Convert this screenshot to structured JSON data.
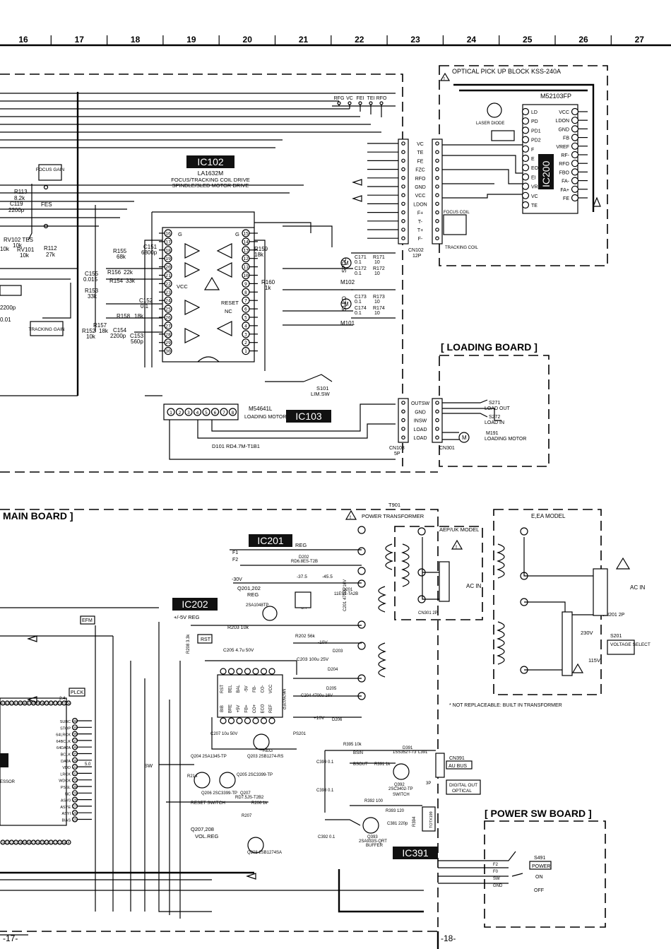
{
  "grid": {
    "columns": [
      "16",
      "17",
      "18",
      "19",
      "20",
      "21",
      "22",
      "23",
      "24",
      "25",
      "26",
      "27"
    ]
  },
  "footer": {
    "left_page": "-17-",
    "right_page": "-18-"
  },
  "boards": {
    "loading": "[ LOADING BOARD ]",
    "main": "MAIN BOARD ]",
    "power_sw": "[ POWER SW BOARD ]"
  },
  "optical_block": {
    "title": "OPTICAL PICK UP BLOCK  KSS-240A",
    "ic_name": "M52103FP",
    "ic_label": "IC200",
    "left_pins": [
      "LD",
      "PD",
      "PD1",
      "PD2",
      "F",
      "E",
      "EO",
      "EI",
      "VR",
      "VC",
      "TE"
    ],
    "right_pins": [
      "VCC",
      "LDON",
      "GND",
      "FB",
      "VREF",
      "RF-",
      "RFO",
      "FBO",
      "FA-",
      "FA+",
      "FE"
    ],
    "laser_label": "LASER DIODE",
    "focus_coil": "FOCUS COIL",
    "tracking_coil": "TRACKING COIL"
  },
  "ic102": {
    "label": "IC102",
    "part": "LA1632M",
    "desc1": "FOCUS/TRACKING COIL DRIVE",
    "desc2": "SPINDLE/SLED MOTOR DRIVE",
    "pins_left": [
      "16",
      "17",
      "18",
      "19",
      "20",
      "21",
      "22",
      "23",
      "24",
      "25",
      "26",
      "27",
      "28",
      "29",
      "30"
    ],
    "pins_right": [
      "15",
      "14",
      "13",
      "12",
      "11",
      "10",
      "9",
      "8",
      "7",
      "6",
      "5",
      "4",
      "3",
      "2",
      "1"
    ],
    "reset": "RESET",
    "vcc": "VCC",
    "nc": "NC",
    "g": "G"
  },
  "ic103": {
    "label": "IC103",
    "part": "M54641L",
    "desc": "LOADING MOTOR DRIVE",
    "pins": [
      "1",
      "2",
      "3",
      "4",
      "5",
      "6",
      "7",
      "8"
    ],
    "diode": "D101 RD4.7M-T1B1"
  },
  "ic201": {
    "label": "IC201",
    "reg": "REG"
  },
  "ic202": {
    "label": "IC202",
    "reg": "+/-5V REG"
  },
  "ic391": {
    "label": "IC391"
  },
  "rfg_row": [
    "RFG",
    "VC",
    "FEI",
    "TEI",
    "RFO"
  ],
  "cn102": {
    "name": "CN102",
    "pins": "12P",
    "signals": [
      "VC",
      "TE",
      "FE",
      "FZC",
      "RFO",
      "GND",
      "VCC",
      "LDON",
      "F+",
      "T-",
      "T+",
      "F-"
    ]
  },
  "cn103": {
    "name": "CN103",
    "pins": "5P",
    "signals": [
      "OUTSW",
      "GND",
      "INSW",
      "LOAD",
      "LOAD"
    ]
  },
  "cn301": {
    "name": "CN301"
  },
  "cn391": {
    "name": "CN391",
    "sub": "AU BUS",
    "pins": "3P"
  },
  "loading": {
    "s271": "S271",
    "s271_desc": "LOAD OUT",
    "s272": "S272",
    "s272_desc": "LOAD IN",
    "m191": "M191",
    "m191_desc": "LOADING MOTOR"
  },
  "motors": {
    "m102": "M102",
    "m101": "M101",
    "spdl": "SPDL",
    "sled": "SLED",
    "s101": "S101",
    "s101_desc": "LIM.SW"
  },
  "components": {
    "c171": "C171",
    "c171v": "0.1",
    "r171": "R171",
    "r171v": "10",
    "c172": "C172",
    "c172v": "0.1",
    "r172": "R172",
    "r172v": "10",
    "c173": "C173",
    "c173v": "0.1",
    "r173": "R173",
    "r173v": "10",
    "c174": "C174",
    "c174v": "0.1",
    "r174": "R174",
    "r174v": "10",
    "c151": "C151",
    "c151v": "6800p",
    "r155": "R155",
    "r155v": "68k",
    "c155": "C155",
    "c155v": "0.015",
    "r156": "R156",
    "r156v": "22k",
    "r154": "R154",
    "r154v": "33k",
    "r153": "R153",
    "r153v": "33k",
    "c152": "C152",
    "c152v": "0.1",
    "r158": "R158",
    "r158v": "18k",
    "r157": "R157",
    "r152": "R152",
    "r152v": "18k",
    "r152b": "10k",
    "c154": "C154",
    "c154v": "2200p",
    "c153": "C153",
    "c153v": "560p",
    "r159": "R159",
    "r159v": "18k",
    "r160": "R160",
    "r160v": "1k",
    "r113": "R113",
    "r113v": "8.2k",
    "c119": "C119",
    "c119v": "2200p",
    "rv102": "RV102 TES",
    "rv102v": "10k",
    "rv101": "RV101",
    "rv101v": "10k",
    "r112": "R112",
    "r112v": "27k",
    "r114v": "10k",
    "c112v": "2200p",
    "c113v": "0.01",
    "fes": "FES"
  },
  "gains": {
    "focus": "FOCUS GAIN",
    "tracking": "TRACKING GAIN"
  },
  "power": {
    "t901": "T901",
    "transformer": "POWER TRANSFORMER",
    "aep": "AEP/UK MODEL",
    "e_ea": "E,EA MODEL",
    "acin": "AC IN",
    "acin2": "AC IN",
    "cn301_2p": "CN301 2P",
    "cn201_2p": "CN201 2P",
    "s201": "S201",
    "s201_desc": "VOLTAGE SELECT",
    "v230": "230V",
    "v115": "115V",
    "note": "* NOT REPLACEABLE: BUILT IN TRANSFORMER",
    "f1": "F1",
    "f2": "F2",
    "q201": "Q201,202",
    "q201_reg": "REG",
    "q201_part": "2SA1048TP",
    "r203": "R203 10k",
    "r202": "R202 56k",
    "d202": "D202",
    "d202_part": "RD6.8ES-T2B",
    "d201": "D201",
    "d201_part": "11ES2-TA2B",
    "c201": "C201 4700u 16V",
    "c203": "C203 100u 25V",
    "c204": "C204 4700u 16V",
    "d203": "D203",
    "d204": "D204",
    "d205": "D205",
    "d206": "D206",
    "v_minus30": "-30V",
    "v_minus10": "-10V",
    "v_plus10": "+10V",
    "v_minus37": "-37.5",
    "v_minus45": "-45.5",
    "v_minus67": "-6.7"
  },
  "ic202_block": {
    "rst": "RST",
    "pins_top": [
      "RST",
      "BEL",
      "BAL",
      "-5V",
      "FB-",
      "CO-",
      "VCC"
    ],
    "pins_bot": [
      "BIB",
      "BRE",
      "+5V",
      "FB+",
      "CO+",
      "ECO",
      "REF"
    ],
    "part": "M62602FP",
    "c205": "C205 4.7u 50V",
    "r208": "R208 3.3k",
    "c207": "C207 10u 50V",
    "r214": "R214",
    "q204": "Q204 2SA1345-TP",
    "q203": "Q203 2SB1274-RS",
    "q205": "Q205 2SC3399-TP",
    "q206": "Q206 2SC3399-TP",
    "q207": "Q207",
    "q207_part": "RD7.5JS-T2B2",
    "reset_sw": "RESET SWITCH",
    "r206": "R206 1k",
    "q207208": "Q207,208",
    "vol_reg": "VOL.REG",
    "r207": "R207",
    "q208": "Q208 2SB1274SA",
    "ps201": "PS201",
    "sw": "SW",
    "reg": "REG"
  },
  "cn391_block": {
    "r395": "R395 10k",
    "d391": "D391",
    "d391_part": "1SS352T-73",
    "l391": "L391",
    "r391": "R391 1k",
    "q392": "Q392",
    "q392_part": "2SC3402-TP",
    "q392_desc": "SWITCH",
    "r392": "R392 100",
    "r393": "R393 120",
    "c381": "C381 220p",
    "r394": "R394",
    "q393": "Q393",
    "q393_part": "2SA933S-QRT",
    "q393_desc": "BUFFER",
    "c399": "C399 0.1",
    "c398": "C398 0.1",
    "c392": "C392 0.1",
    "bsin": "BSIN",
    "bsout": "BSOUT",
    "digital_out": "DIGITAL OUT",
    "optical": "OPTICAL",
    "ic391_part": "TOTX199"
  },
  "main_ic": {
    "plck": "PLCK",
    "efm": "EFM",
    "essor": "ESSOR",
    "pins_right": [
      "SUBC",
      "STOP",
      "64LRCK",
      "64BCLK",
      "64DATA",
      "BCLK",
      "DATA",
      "VDD",
      "LRCK",
      "WDCK",
      "PSSL",
      "NC",
      "ASY0",
      "ASYE",
      "ASYI",
      "BIAS"
    ],
    "pin_nums_right": [
      "40",
      "39",
      "38",
      "37",
      "36",
      "35",
      "34",
      "33",
      "32",
      "31",
      "30",
      "29",
      "28",
      "27",
      "26",
      "25"
    ],
    "pin_nums_top": [
      "41",
      "42",
      "43",
      "44",
      "45",
      "46",
      "47",
      "48",
      "49",
      "50",
      "51",
      "52",
      "53",
      "54",
      "55",
      "56"
    ],
    "pin_nums_bot": [
      "24",
      "23",
      "22",
      "21",
      "20",
      "19",
      "18",
      "17",
      "16",
      "15",
      "14",
      "13",
      "12",
      "11",
      "10",
      "9"
    ],
    "v_24": "2.4",
    "v_50": "5.0"
  },
  "power_sw": {
    "s491": "S491",
    "power": "POWER",
    "on": "ON",
    "off": "OFF",
    "f2": "F2",
    "f0": "F0",
    "sw": "SW",
    "gnd": "GND"
  }
}
